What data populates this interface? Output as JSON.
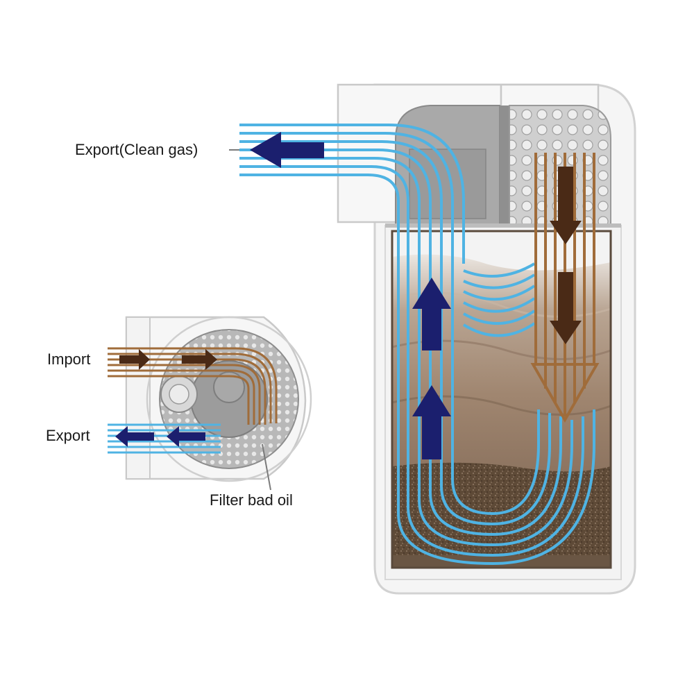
{
  "labels": {
    "export_clean_gas": "Export(Clean gas)",
    "import": "Import",
    "export": "Export",
    "filter_bad_oil": "Filter bad oil"
  },
  "colors": {
    "clean_flow": "#4fb3e3",
    "dirty_flow": "#9a6a3c",
    "clean_arrow": "#1b1f6e",
    "dirty_arrow": "#4a2a16",
    "housing": "#f6f6f6",
    "housing_edge": "#cfcfcf",
    "filter_gray": "#9e9e9e",
    "media_top": "#e6ddd4",
    "media_mid": "#a58d77",
    "media_bottom": "#5a4634"
  },
  "icons": {
    "clean_arrow": "arrow-icon",
    "dirty_arrow": "arrow-icon"
  }
}
